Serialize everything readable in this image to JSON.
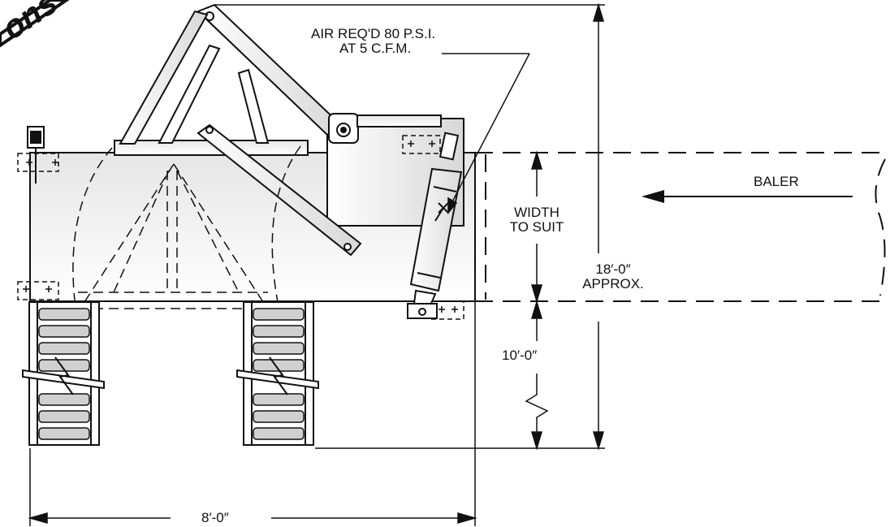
{
  "drawing": {
    "stamp_text": "ons",
    "air_note": {
      "line1": "AIR REQ'D 80 P.S.I.",
      "line2": "AT 5 C.F.M."
    },
    "baler_label": "BALER",
    "width_note": {
      "line1": "WIDTH",
      "line2": "TO SUIT"
    },
    "overall_length": {
      "line1": "18′-0″",
      "line2": "APPROX."
    },
    "conveyor_length": "10′-0″",
    "base_width": "8′-0″"
  }
}
